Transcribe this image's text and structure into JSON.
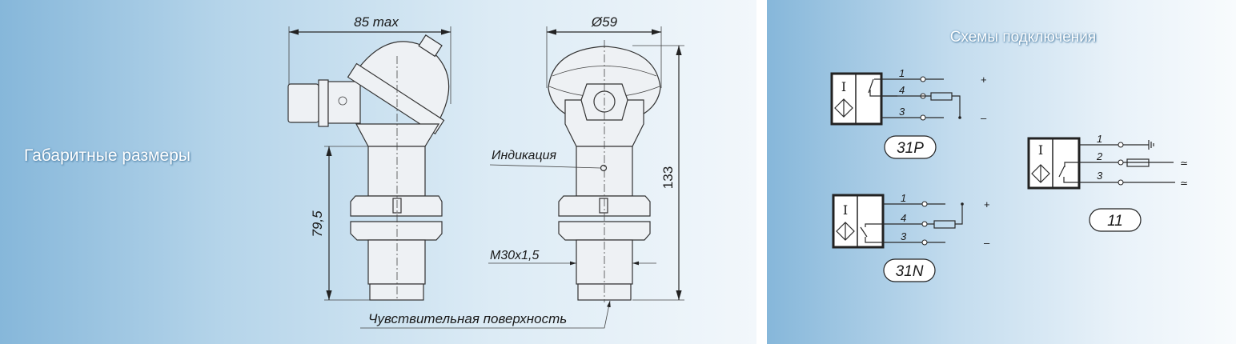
{
  "dimensions_panel": {
    "title": "Габаритные размеры",
    "width_label": "85 max",
    "diameter_label": "Ø59",
    "height_body_label": "79,5",
    "height_total_label": "133",
    "thread_label": "M30x1,5",
    "indicator_label": "Индикация",
    "sensing_surface_label": "Чувствительная поверхность"
  },
  "wiring_panel": {
    "title": "Схемы подключения",
    "schemes": [
      {
        "id": "31P",
        "pins": [
          "1",
          "4",
          "3"
        ],
        "signs": [
          "+",
          "–"
        ]
      },
      {
        "id": "31N",
        "pins": [
          "1",
          "4",
          "3"
        ],
        "signs": [
          "+",
          "–"
        ]
      },
      {
        "id": "11",
        "pins": [
          "1",
          "2",
          "3"
        ],
        "signs": [
          "≃",
          "≃"
        ]
      }
    ],
    "box_symbol": "I"
  }
}
